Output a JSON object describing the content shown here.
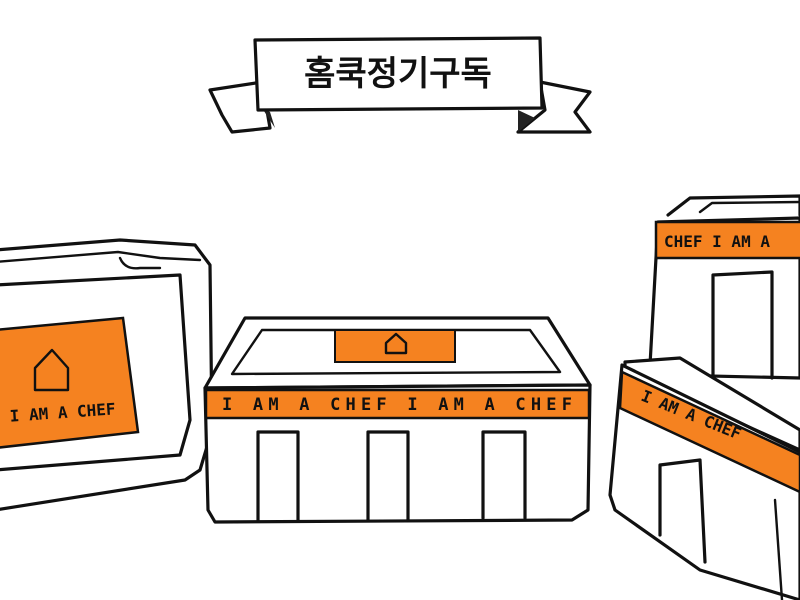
{
  "banner": {
    "title": "홈쿡정기구독"
  },
  "brand": {
    "left_label": "I AM A CHEF",
    "front_band": "I AM A CHEF  I AM A CHEF",
    "right_top_band": "CHEF I AM A",
    "right_bottom_band": "I AM A CHEF"
  },
  "colors": {
    "accent": "#F58220",
    "ink": "#111111",
    "box_fill": "#ffffff"
  },
  "icons": [
    "house-icon"
  ]
}
